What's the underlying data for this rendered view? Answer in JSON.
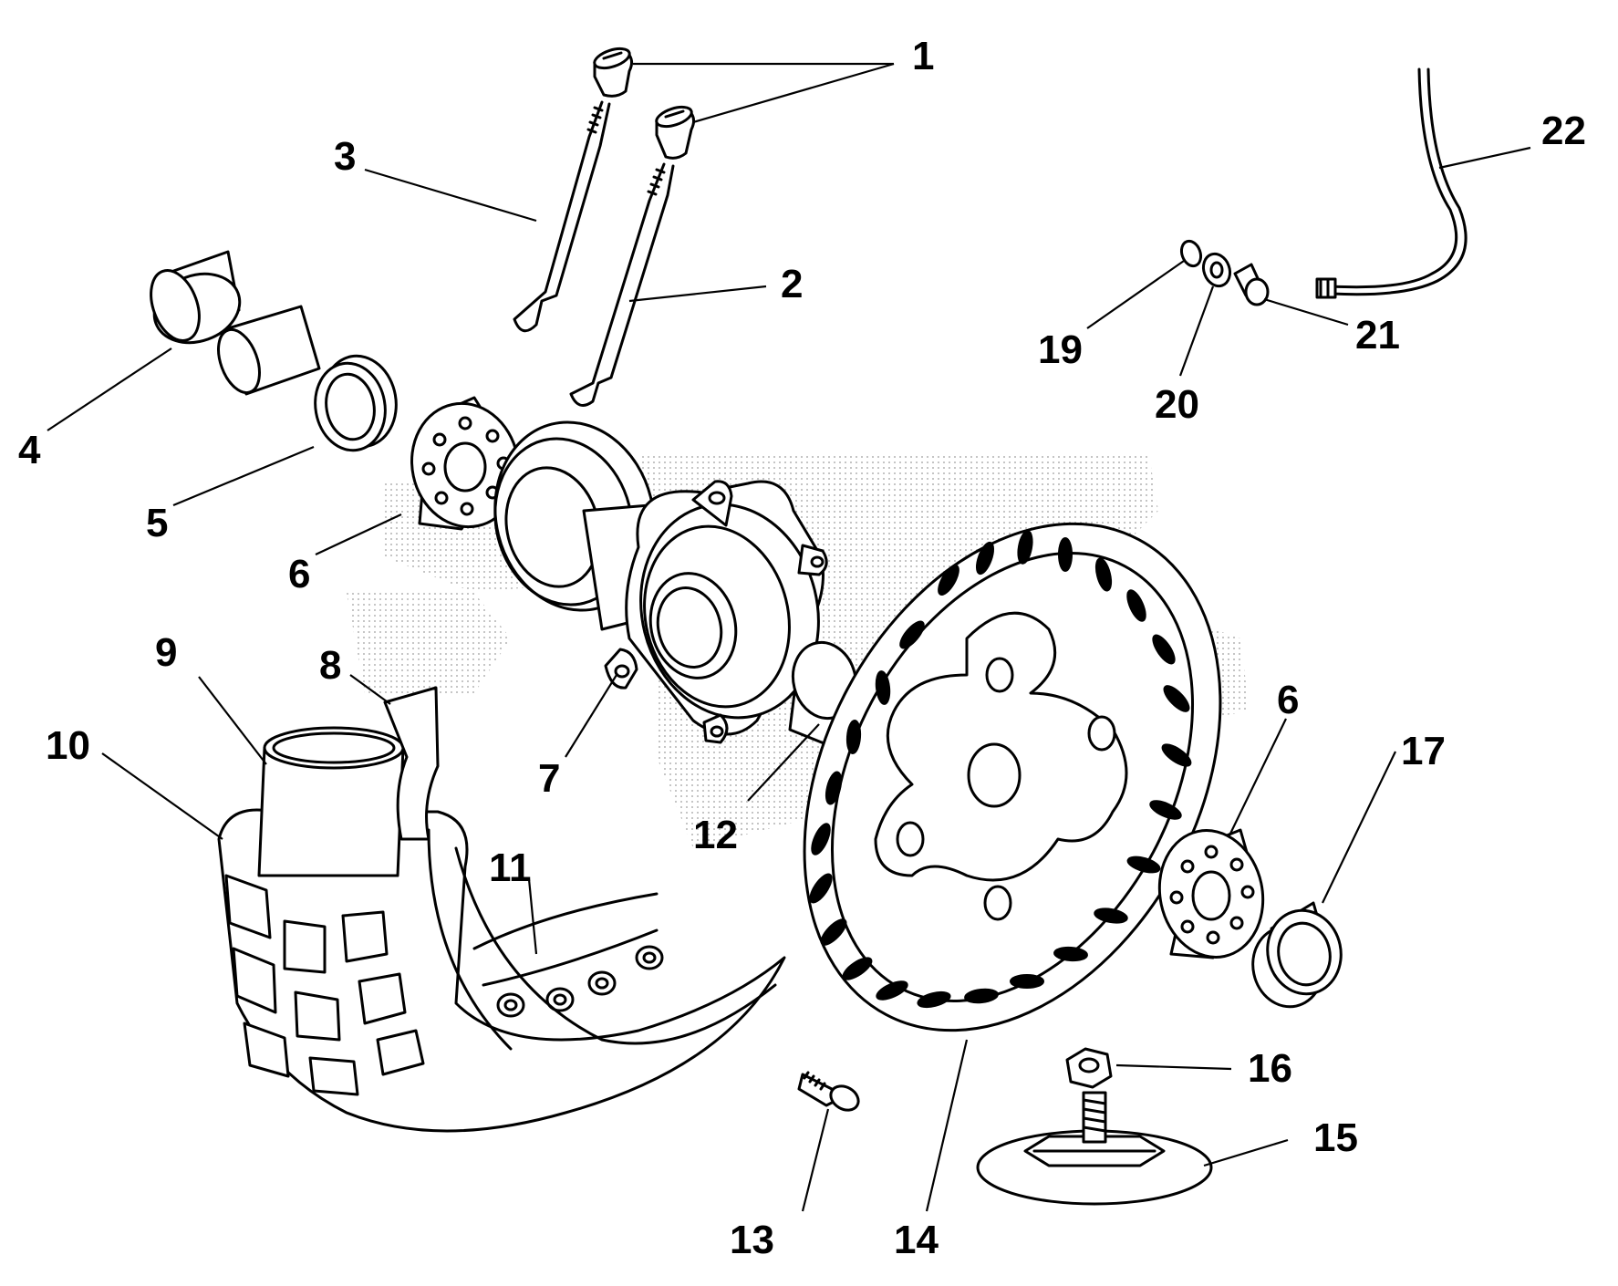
{
  "diagram": {
    "callouts": [
      {
        "id": "p1",
        "text": "1"
      },
      {
        "id": "p2",
        "text": "2"
      },
      {
        "id": "p3",
        "text": "3"
      },
      {
        "id": "p4",
        "text": "4"
      },
      {
        "id": "p5",
        "text": "5"
      },
      {
        "id": "p6a",
        "text": "6"
      },
      {
        "id": "p6b",
        "text": "6"
      },
      {
        "id": "p7",
        "text": "7"
      },
      {
        "id": "p8",
        "text": "8"
      },
      {
        "id": "p9",
        "text": "9"
      },
      {
        "id": "p10",
        "text": "10"
      },
      {
        "id": "p11",
        "text": "11"
      },
      {
        "id": "p12",
        "text": "12"
      },
      {
        "id": "p13",
        "text": "13"
      },
      {
        "id": "p14",
        "text": "14"
      },
      {
        "id": "p15",
        "text": "15"
      },
      {
        "id": "p16",
        "text": "16"
      },
      {
        "id": "p17",
        "text": "17"
      },
      {
        "id": "p19",
        "text": "19"
      },
      {
        "id": "p20",
        "text": "20"
      },
      {
        "id": "p21",
        "text": "21"
      },
      {
        "id": "p22",
        "text": "22"
      }
    ]
  }
}
